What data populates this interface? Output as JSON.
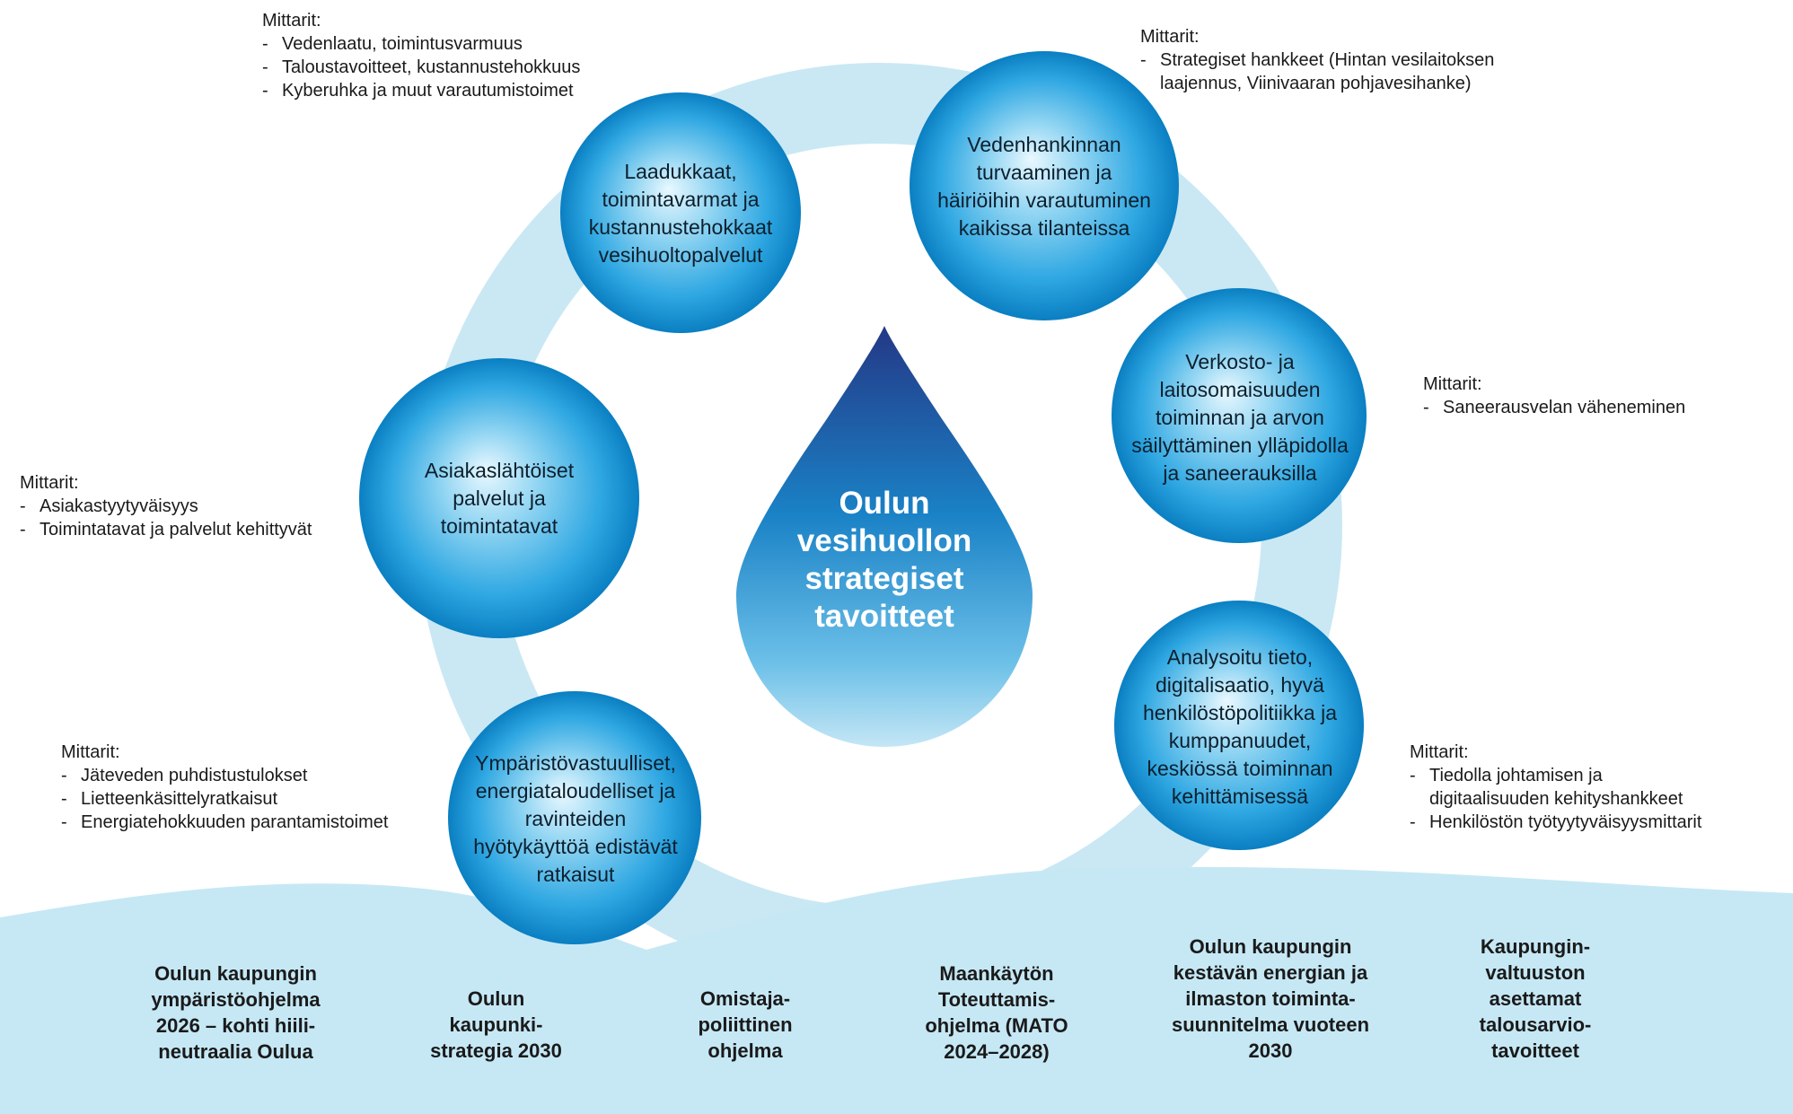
{
  "center": {
    "text": "Oulun\nvesihuollon\nstrategiset\ntavoitteet"
  },
  "goals": [
    {
      "id": "laadukkaat",
      "text": "Laadukkaat,\ntoimintavarmat ja\nkustannustehokkaat\nvesihuoltopalvelut"
    },
    {
      "id": "vedenhankinta",
      "text": "Vedenhankinnan\nturvaaminen ja\nhäiriöihin varautuminen\nkaikissa tilanteissa"
    },
    {
      "id": "verkosto",
      "text": "Verkosto- ja\nlaitosomaisuuden\ntoiminnan ja arvon\nsäilyttäminen ylläpidolla\nja saneerauksilla"
    },
    {
      "id": "analysoitu",
      "text": "Analysoitu tieto,\ndigitalisaatio, hyvä\nhenkilöstöpolitiikka ja\nkumppanuudet,\nkeskiössä toiminnan\nkehittämisessä"
    },
    {
      "id": "ymparisto",
      "text": "Ympäristövastuulliset,\nenergiataloudelliset ja\nravinteiden\nhyötykäyttöä edistävät\nratkaisut"
    },
    {
      "id": "asiakas",
      "text": "Asiakaslähtöiset\npalvelut ja\ntoimintatavat"
    }
  ],
  "metrics": [
    {
      "id": "laadukkaat",
      "header": "Mittarit:",
      "items": [
        "Vedenlaatu, toimintusvarmuus",
        "Taloustavoitteet, kustannustehokkuus",
        "Kyberuhka ja muut varautumistoimet"
      ]
    },
    {
      "id": "vedenhankinta",
      "header": "Mittarit:",
      "items": [
        "Strategiset hankkeet (Hintan vesilaitoksen\nlaajennus, Viinivaaran pohjavesihanke)"
      ]
    },
    {
      "id": "verkosto",
      "header": "Mittarit:",
      "items": [
        "Saneerausvelan väheneminen"
      ]
    },
    {
      "id": "analysoitu",
      "header": "Mittarit:",
      "items": [
        "Tiedolla johtamisen ja\ndigitaalisuuden kehityshankkeet",
        "Henkilöstön työtyytyväisyysmittarit"
      ]
    },
    {
      "id": "ymparisto",
      "header": "Mittarit:",
      "items": [
        "Jäteveden puhdistustulokset",
        "Lietteenkäsittelyratkaisut",
        "Energiatehokkuuden parantamistoimet"
      ]
    },
    {
      "id": "asiakas",
      "header": "Mittarit:",
      "items": [
        "Asiakastyytyväisyys",
        "Toimintatavat ja palvelut kehittyvät"
      ]
    }
  ],
  "programs": [
    "Oulun kaupungin\nympäristöohjelma\n2026 – kohti hiili-\nneutraalia Oulua",
    "Oulun\nkaupunki-\nstrategia 2030",
    "Omistaja-\npoliittinen\nohjelma",
    "Maankäytön\nToteuttamis-\nohjelma (MATO\n2024–2028)",
    "Oulun kaupungin\nkestävän energian ja\nilmaston toiminta-\nsuunnitelma vuoteen\n2030",
    "Kaupungin-\nvaltuuston\nasettamat\ntalousarvio-\ntavoitteet"
  ],
  "colors": {
    "ring": "#c9e8f4",
    "wave": "#c6e8f5",
    "bubble_light": "#e9f8ff",
    "bubble_mid": "#3fb4e8",
    "bubble_dark": "#0a86c8",
    "drop_top": "#243886",
    "drop_mid": "#1b86c9",
    "drop_bottom": "#bfe4f4"
  }
}
